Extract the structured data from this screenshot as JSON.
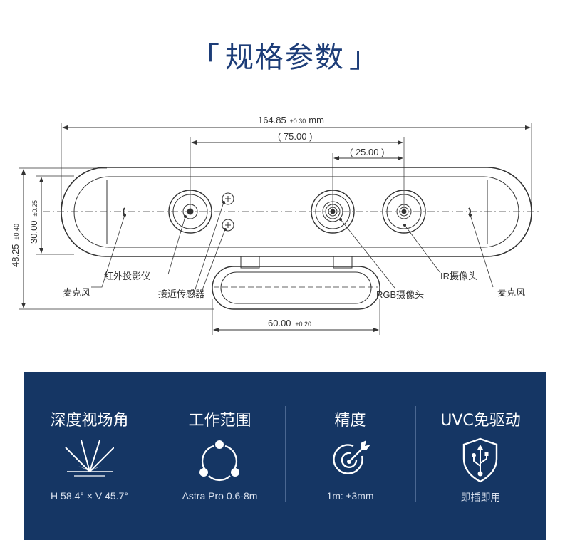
{
  "title": {
    "open_bracket": "「",
    "text": "规格参数",
    "close_bracket": "」"
  },
  "dimensions": {
    "total_width": "164.85",
    "total_width_tol": "±0.30",
    "total_width_unit": "mm",
    "sensor_spacing": "( 75.00 )",
    "camera_spacing": "( 25.00 )",
    "total_height": "48.25",
    "total_height_tol": "±0.40",
    "body_height": "30.00",
    "body_height_tol": "±0.25",
    "base_width": "60.00",
    "base_width_tol": "±0.20"
  },
  "labels": {
    "mic_left": "麦克风",
    "ir_projector": "红外投影仪",
    "proximity_sensor": "接近传感器",
    "rgb_camera": "RGB摄像头",
    "ir_camera": "IR摄像头",
    "mic_right": "麦克风"
  },
  "specs": [
    {
      "title": "深度视场角",
      "value": "H 58.4°  × V 45.7°",
      "icon": "field-of-view-icon"
    },
    {
      "title": "工作范围",
      "value": "Astra Pro 0.6-8m",
      "icon": "range-icon"
    },
    {
      "title": "精度",
      "value": "1m: ±3mm",
      "icon": "target-icon"
    },
    {
      "title": "UVC免驱动",
      "value": "即插即用",
      "icon": "usb-shield-icon"
    }
  ],
  "colors": {
    "title": "#1d3d78",
    "panel": "#153664",
    "line": "#333333"
  }
}
